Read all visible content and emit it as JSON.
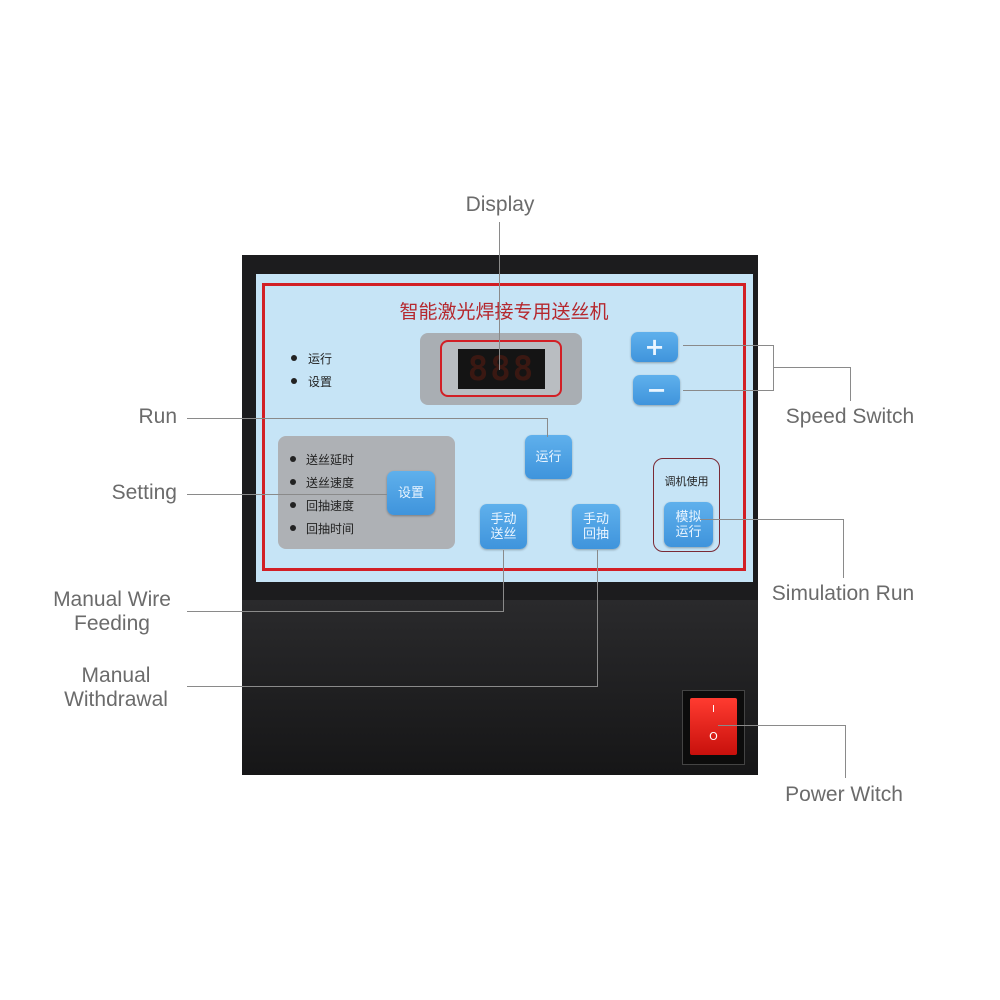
{
  "panel": {
    "title": "智能激光焊接专用送丝机",
    "indicators": [
      "运行",
      "设置"
    ],
    "display_value": "888",
    "plus_label": "+",
    "minus_label": "−",
    "run_button": "运行",
    "settings_list": [
      "送丝延时",
      "送丝速度",
      "回抽速度",
      "回抽时间"
    ],
    "setting_button": "设置",
    "manual_feed_button": [
      "手动",
      "送丝"
    ],
    "manual_withdraw_button": [
      "手动",
      "回抽"
    ],
    "debug_group_label": "调机使用",
    "simulation_button": [
      "模拟",
      "运行"
    ],
    "power_switch_marks": [
      "I",
      "O"
    ]
  },
  "callouts": {
    "display": "Display",
    "run": "Run",
    "speed_switch": "Speed Switch",
    "setting": "Setting",
    "manual_wire_feeding": [
      "Manual Wire",
      "Feeding"
    ],
    "manual_withdrawal": [
      "Manual",
      "Withdrawal"
    ],
    "simulation_run": "Simulation Run",
    "power_witch": "Power Witch"
  }
}
